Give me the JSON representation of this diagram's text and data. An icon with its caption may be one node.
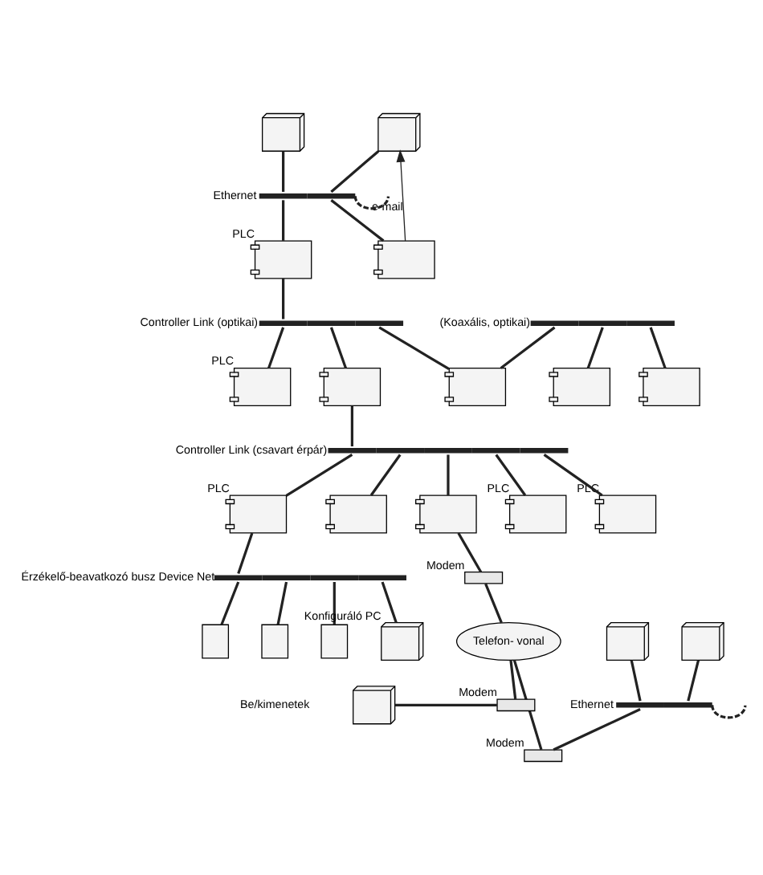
{
  "diagram": {
    "nodes": [
      {
        "text": [],
        "shape": "computer"
      },
      {
        "text": [],
        "shape": "computer"
      },
      {
        "text": [],
        "shape": "bar",
        "beside": [
          "Ethernet"
        ]
      },
      {
        "text": [],
        "shape": "plc",
        "beside": [
          "PLC"
        ]
      },
      {
        "text": [],
        "shape": "plc"
      },
      {
        "text": [],
        "shape": "bar",
        "beside": [
          "Controller Link (optikai)"
        ]
      },
      {
        "text": [],
        "shape": "bar",
        "beside": [
          "(Koaxális, optikai)"
        ]
      },
      {
        "text": [],
        "shape": "plc",
        "beside": [
          "PLC"
        ]
      },
      {
        "text": [],
        "shape": "plc"
      },
      {
        "text": [],
        "shape": "plc"
      },
      {
        "text": [],
        "shape": "plc"
      },
      {
        "text": [],
        "shape": "plc"
      },
      {
        "text": [],
        "shape": "bar",
        "beside": [
          "Controller Link (csavart érpár)"
        ]
      },
      {
        "text": [],
        "shape": "plc",
        "beside": [
          "PLC"
        ]
      },
      {
        "text": [],
        "shape": "plc"
      },
      {
        "text": [],
        "shape": "plc"
      },
      {
        "text": [],
        "shape": "plc",
        "beside": [
          "PLC"
        ]
      },
      {
        "text": [],
        "shape": "plc",
        "beside": [
          "PLC"
        ]
      },
      {
        "text": [],
        "shape": "bar",
        "beside": [
          "Érzékelő-beavatkozó busz Device Net"
        ]
      },
      {
        "text": [],
        "shape": "box"
      },
      {
        "text": [],
        "shape": "box"
      },
      {
        "text": [],
        "shape": "box"
      },
      {
        "text": [],
        "shape": "computer",
        "beside": [
          "Konfiguráló PC"
        ]
      },
      {
        "text": [],
        "shape": "modem",
        "beside": [
          "Modem"
        ]
      },
      {
        "text": [
          "Telefon- vonal"
        ]
      },
      {
        "text": [],
        "shape": "computer"
      },
      {
        "text": [],
        "shape": "computer"
      },
      {
        "text": [],
        "shape": "bar",
        "beside": [
          "Ethernet"
        ]
      },
      {
        "text": [],
        "shape": "modem",
        "beside": [
          "Modem"
        ]
      },
      {
        "text": [],
        "shape": "computer"
      },
      {
        "text": [],
        "shape": "modem",
        "beside": [
          "Modem"
        ]
      }
    ],
    "edges": [
      {
        "from": 0,
        "to": 2,
        "arrow": "none"
      },
      {
        "from": 1,
        "to": 2,
        "arrow": "none"
      },
      {
        "from": 2,
        "to": 3,
        "arrow": "none"
      },
      {
        "from": 2,
        "to": 4,
        "arrow": "none"
      },
      {
        "from": 2,
        "to": null,
        "arrow": "none",
        "style": "dashed"
      },
      {
        "from": 4,
        "to": 1,
        "arrow": "to",
        "label": "e-mail"
      },
      {
        "from": 3,
        "to": 5,
        "arrow": "none"
      },
      {
        "from": 5,
        "to": 7,
        "arrow": "none"
      },
      {
        "from": 5,
        "to": 8,
        "arrow": "none"
      },
      {
        "from": 5,
        "to": 9,
        "arrow": "none"
      },
      {
        "from": 6,
        "to": 9,
        "arrow": "none"
      },
      {
        "from": 6,
        "to": 10,
        "arrow": "none"
      },
      {
        "from": 6,
        "to": 11,
        "arrow": "none"
      },
      {
        "from": 8,
        "to": 12,
        "arrow": "none"
      },
      {
        "from": 12,
        "to": 13,
        "arrow": "none"
      },
      {
        "from": 12,
        "to": 14,
        "arrow": "none"
      },
      {
        "from": 12,
        "to": 15,
        "arrow": "none"
      },
      {
        "from": 12,
        "to": 16,
        "arrow": "none"
      },
      {
        "from": 12,
        "to": 17,
        "arrow": "none"
      },
      {
        "from": 13,
        "to": 18,
        "arrow": "none"
      },
      {
        "from": 18,
        "to": 19,
        "arrow": "none"
      },
      {
        "from": 18,
        "to": 20,
        "arrow": "none"
      },
      {
        "from": 18,
        "to": 21,
        "arrow": "none"
      },
      {
        "from": 18,
        "to": 22,
        "arrow": "none"
      },
      {
        "from": 15,
        "to": 23,
        "arrow": "none"
      },
      {
        "from": 23,
        "to": 24,
        "arrow": "none"
      },
      {
        "from": 24,
        "to": 28,
        "arrow": "none"
      },
      {
        "from": 24,
        "to": 30,
        "arrow": "none"
      },
      {
        "from": 25,
        "to": 27,
        "arrow": "none"
      },
      {
        "from": 26,
        "to": 27,
        "arrow": "none"
      },
      {
        "from": 27,
        "to": 28,
        "arrow": "none"
      },
      {
        "from": 27,
        "to": null,
        "arrow": "none",
        "style": "dashed"
      },
      {
        "from": 29,
        "to": 30,
        "arrow": "none"
      }
    ],
    "labels": [
      "Be/kimenetek"
    ]
  }
}
